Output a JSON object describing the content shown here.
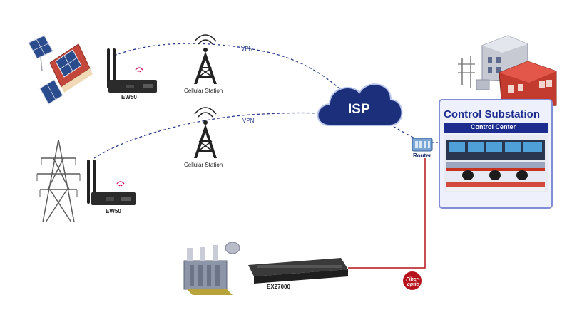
{
  "diagram": {
    "devices": {
      "ew50_top": "EW50",
      "ew50_bottom": "EW50",
      "ex27000": "EX27000",
      "router": "Router"
    },
    "towers": {
      "top": "Cellular Station",
      "bottom": "Cellular Station"
    },
    "links": {
      "vpn_top": "VPN",
      "vpn_bottom": "VPN",
      "fiber": "Fiber-optic"
    },
    "isp": "ISP",
    "control": {
      "title": "Control Substation",
      "subtitle": "Control Center"
    },
    "colors": {
      "vpn_line": "#2a3a8f",
      "fiber_line": "#b5121b",
      "isp_cloud": "#1b2f7a",
      "panel_border": "#7f8ed6",
      "panel_fill": "#eef1fb",
      "fiber_badge": "#b5121b"
    }
  }
}
